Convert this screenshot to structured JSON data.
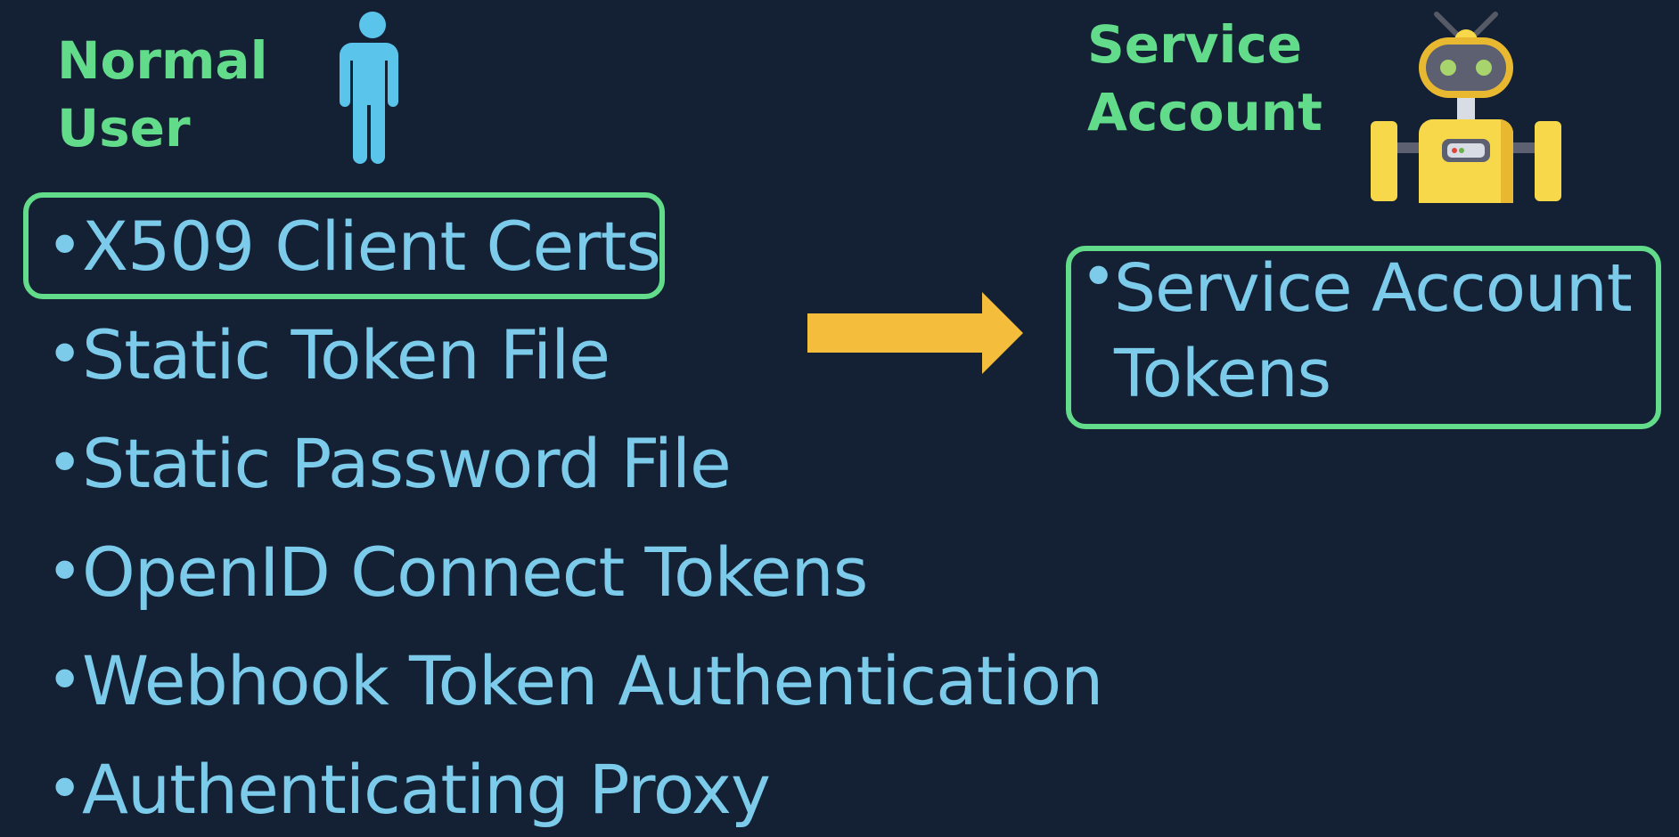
{
  "normal_user": {
    "heading_lines": [
      "Normal",
      "User"
    ],
    "icon": "person-icon",
    "methods": [
      "X509 Client Certs",
      "Static Token File",
      "Static Password File",
      "OpenID Connect Tokens",
      "Webhook Token Authentication",
      "Authenticating Proxy"
    ],
    "highlighted_method": "X509 Client Certs"
  },
  "service_account": {
    "heading_lines": [
      "Service",
      "Account"
    ],
    "icon": "robot-icon",
    "method_lines": [
      "Service Account",
      "Tokens"
    ]
  },
  "connector": {
    "icon": "right-arrow-icon"
  },
  "colors": {
    "background": "#142033",
    "heading": "#62DC8A",
    "text": "#7CCBEB",
    "highlight": "#62DC8A",
    "arrow": "#F5BD3C",
    "person": "#5BC4EB",
    "robot_body": "#F6D84A"
  },
  "bullet": "•"
}
